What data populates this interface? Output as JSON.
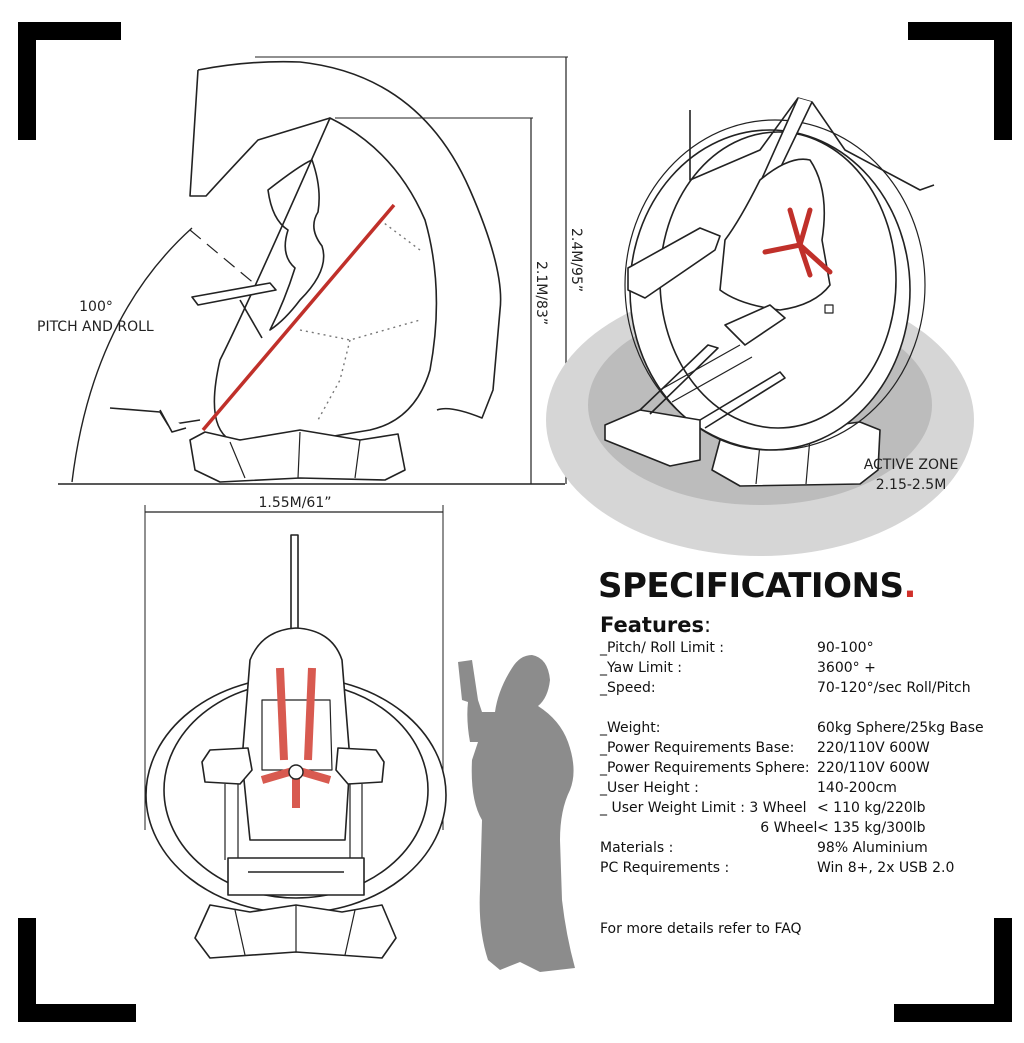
{
  "labels": {
    "pitch_roll_angle": "100°",
    "pitch_roll_text": "PITCH AND ROLL",
    "height_outer": "2.4M/95”",
    "height_inner": "2.1M/83”",
    "width": "1.55M/61”",
    "active_zone_title": "ACTIVE ZONE",
    "active_zone_value": "2.15-2.5M"
  },
  "specs": {
    "title": "SPECIFICATIONS",
    "title_dot": ".",
    "features_heading": "Features",
    "features_colon": ":",
    "rows": [
      {
        "label": "_Pitch/ Roll Limit :",
        "value": "90-100°"
      },
      {
        "label": "_Yaw Limit :",
        "value": "3600° +"
      },
      {
        "label": "_Speed:",
        "value": "70-120°/sec Roll/Pitch"
      },
      {
        "label": "_Weight:",
        "value": "60kg Sphere/25kg Base"
      },
      {
        "label": "_Power Requirements Base:",
        "value": "220/110V 600W"
      },
      {
        "label": "_Power Requirements Sphere:",
        "value": "220/110V 600W"
      },
      {
        "label": "_User Height :",
        "value": "140-200cm"
      },
      {
        "label": "_ User Weight Limit : 3 Wheel",
        "value": "< 110 kg/220lb"
      },
      {
        "label": "                                    6 Wheel",
        "value": "< 135 kg/300lb"
      },
      {
        "label": "Materials :",
        "value": "98% Aluminium"
      },
      {
        "label": "PC Requirements :",
        "value": "Win 8+, 2x USB 2.0"
      }
    ],
    "footnote": "For more details refer to FAQ"
  },
  "colors": {
    "accent_red": "#d0302a",
    "harness_red": "#e06055",
    "zone_outer": "#d4d4d4",
    "zone_inner": "#bdbdbd",
    "silhouette": "#8c8c8c"
  }
}
